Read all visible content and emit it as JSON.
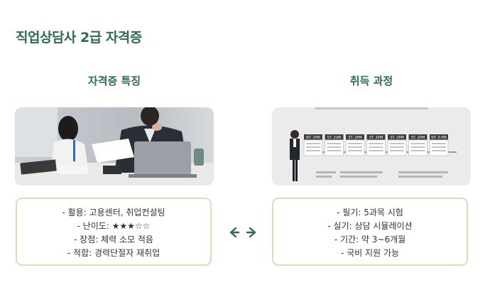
{
  "page": {
    "title": "직업상담사 2급 자격증"
  },
  "left": {
    "heading": "자격증 특징",
    "items": [
      "- 활용: 고용센터, 취업컨설팅",
      "- 난이도: ★★★☆☆",
      "- 장점: 체력 소모 적음",
      "- 적합: 경력단절자 재취업"
    ]
  },
  "right": {
    "heading": "취득 과정",
    "items": [
      "- 필기: 5과목 시험",
      "- 실기: 상담 시뮬레이션",
      "- 기간: 약 3~6개월",
      "- 국비 지원 가능"
    ],
    "timeline": {
      "steps": [
        "NT. 2PM",
        "ST. 2UM",
        "ST. 2PM",
        "ST. 2PM",
        "ST. 2PM",
        "ST. 2PM",
        "NT. 0 PM"
      ]
    }
  },
  "colors": {
    "accent": "#2e6e4c",
    "card_border": "#cfe2b8"
  },
  "icons": {
    "between_cards": "double-arrow-icon"
  }
}
